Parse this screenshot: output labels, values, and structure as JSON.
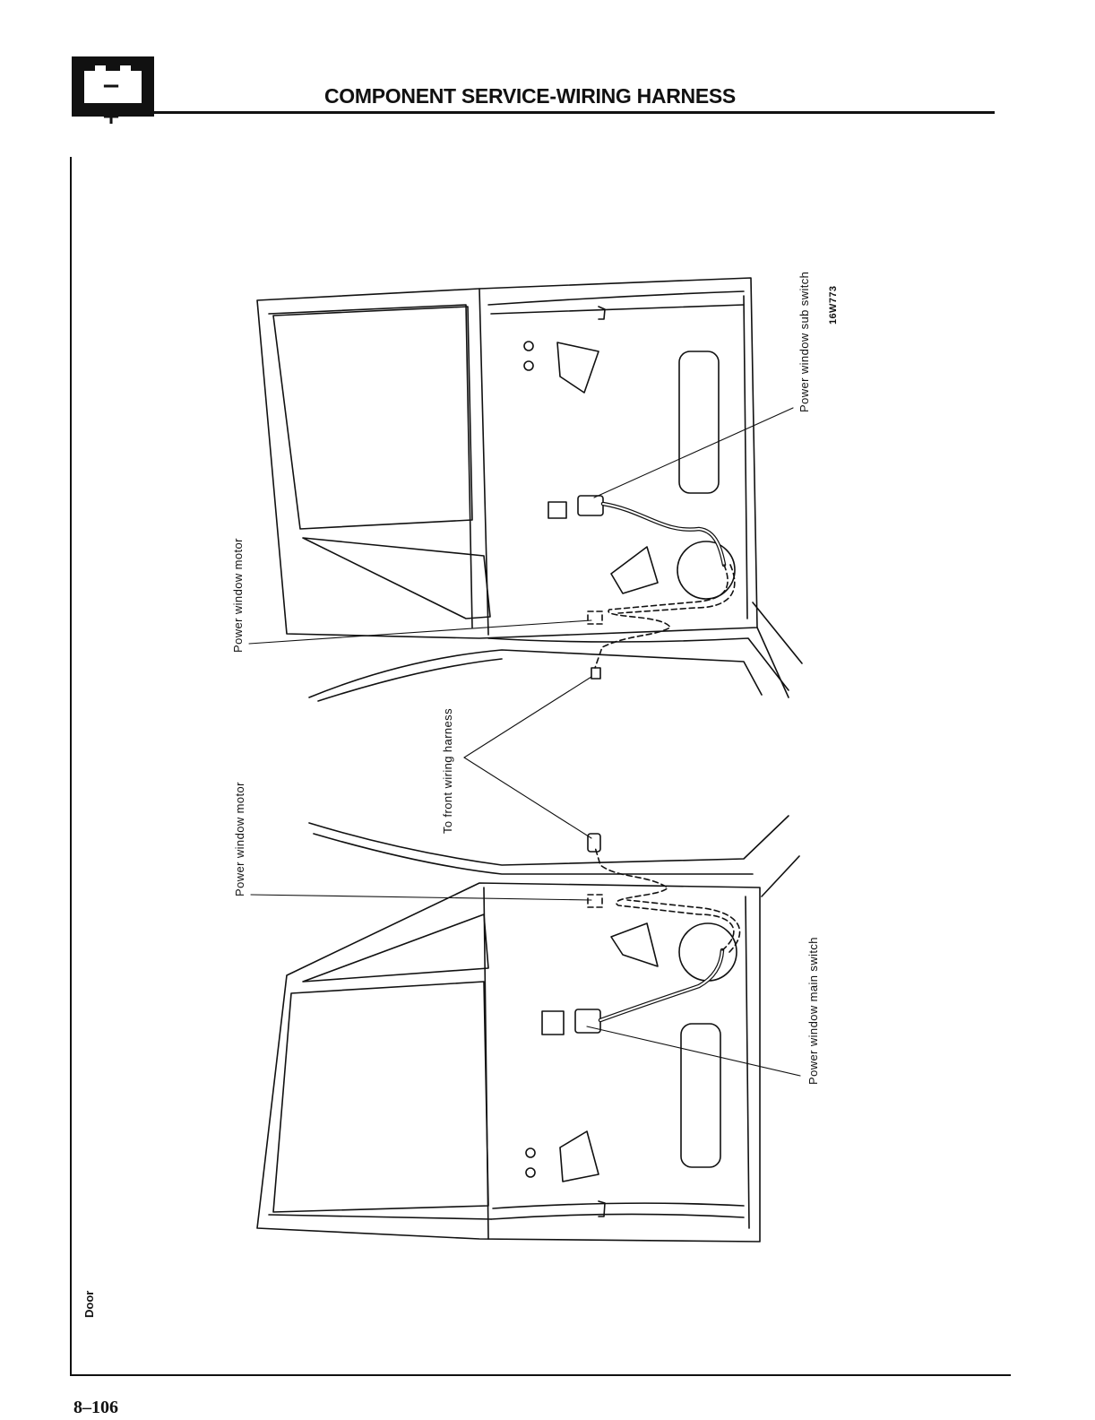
{
  "header": {
    "icon_text": "− +",
    "title": "COMPONENT SERVICE-WIRING HARNESS"
  },
  "section": "Door",
  "page_number": "8–106",
  "diagram": {
    "figure_code": "16W773",
    "labels": {
      "sub_switch": "Power window sub switch",
      "motor_upper": "Power window motor",
      "front_harness": "To front wiring harness",
      "motor_lower": "Power window motor",
      "main_switch": "Power window main switch"
    }
  }
}
